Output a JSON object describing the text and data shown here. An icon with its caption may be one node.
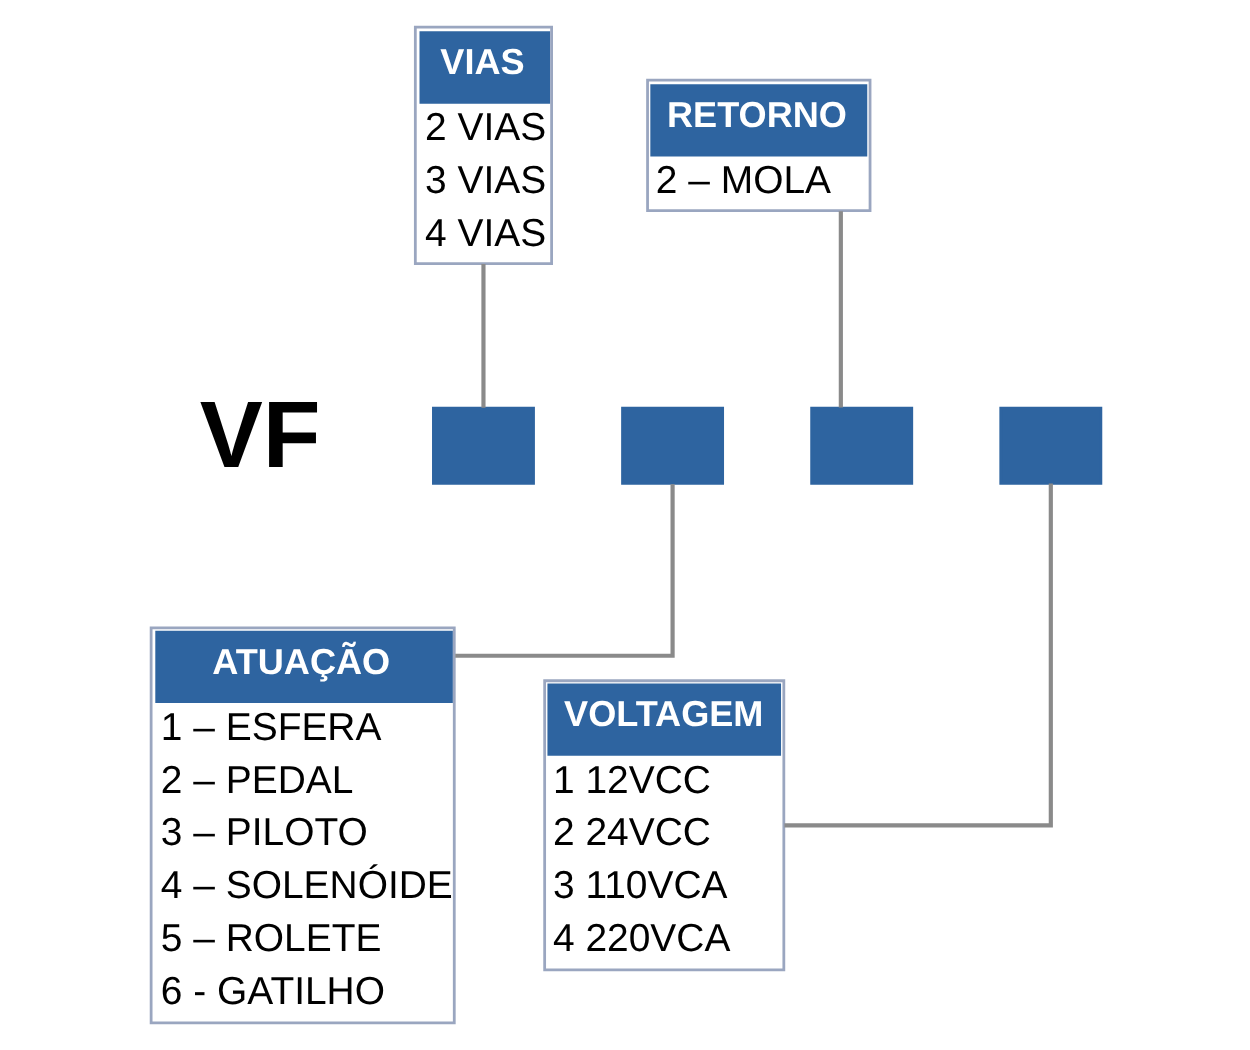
{
  "diagram": {
    "nodes": [
      {
        "text": [
          "VIAS",
          "2 VIAS",
          "3 VIAS",
          "4 VIAS"
        ]
      },
      {
        "text": [
          "RETORNO",
          "2 – MOLA"
        ]
      },
      {
        "text": [],
        "shape": "box"
      },
      {
        "text": [],
        "shape": "box"
      },
      {
        "text": [],
        "shape": "box"
      },
      {
        "text": [],
        "shape": "box"
      },
      {
        "text": [
          "ATUAÇÃO",
          "1 – ESFERA",
          "2 – PEDAL",
          "3 – PILOTO",
          "4 – SOLENÓIDE",
          "5 – ROLETE",
          "6 - GATILHO"
        ]
      },
      {
        "text": [
          "VOLTAGEM",
          "1 12VCC",
          "2 24VCC",
          "3 110VCA",
          "4 220VCA"
        ]
      }
    ],
    "edges": [
      {
        "from": 0,
        "to": 2,
        "arrow": "none"
      },
      {
        "from": 1,
        "to": 4,
        "arrow": "none"
      },
      {
        "from": 6,
        "to": 3,
        "arrow": "none"
      },
      {
        "from": 7,
        "to": 5,
        "arrow": "none"
      }
    ],
    "labels": [
      "VF"
    ]
  }
}
